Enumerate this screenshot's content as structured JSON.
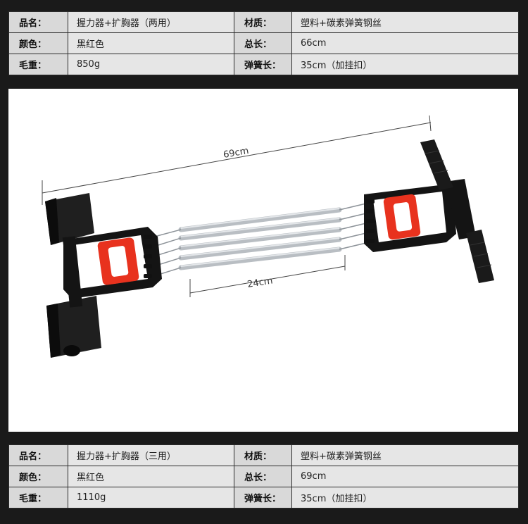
{
  "top_specs": {
    "name_label": "品名：",
    "name_value": "握力器+扩胸器（两用）",
    "material_label": "材质：",
    "material_value": "塑料+碳素弹簧钢丝",
    "color_label": "颜色：",
    "color_value": "黑红色",
    "length_label": "总长：",
    "length_value": "66cm",
    "weight_label": "毛重：",
    "weight_value": "850g",
    "spring_label": "弹簧长：",
    "spring_value": "35cm（加挂扣）"
  },
  "photo": {
    "total_length_label": "69cm",
    "spring_length_label": "24cm"
  },
  "bottom_specs": {
    "name_label": "品名：",
    "name_value": "握力器+扩胸器（三用）",
    "material_label": "材质：",
    "material_value": "塑料+碳素弹簧钢丝",
    "color_label": "颜色：",
    "color_value": "黑红色",
    "length_label": "总长：",
    "length_value": "69cm",
    "weight_label": "毛重：",
    "weight_value": "1110g",
    "spring_label": "弹簧长：",
    "spring_value": "35cm（加挂扣）"
  },
  "colors": {
    "accent_red": "#e8321e",
    "handle_black": "#141414",
    "spring_silver": "#c9ced3"
  }
}
